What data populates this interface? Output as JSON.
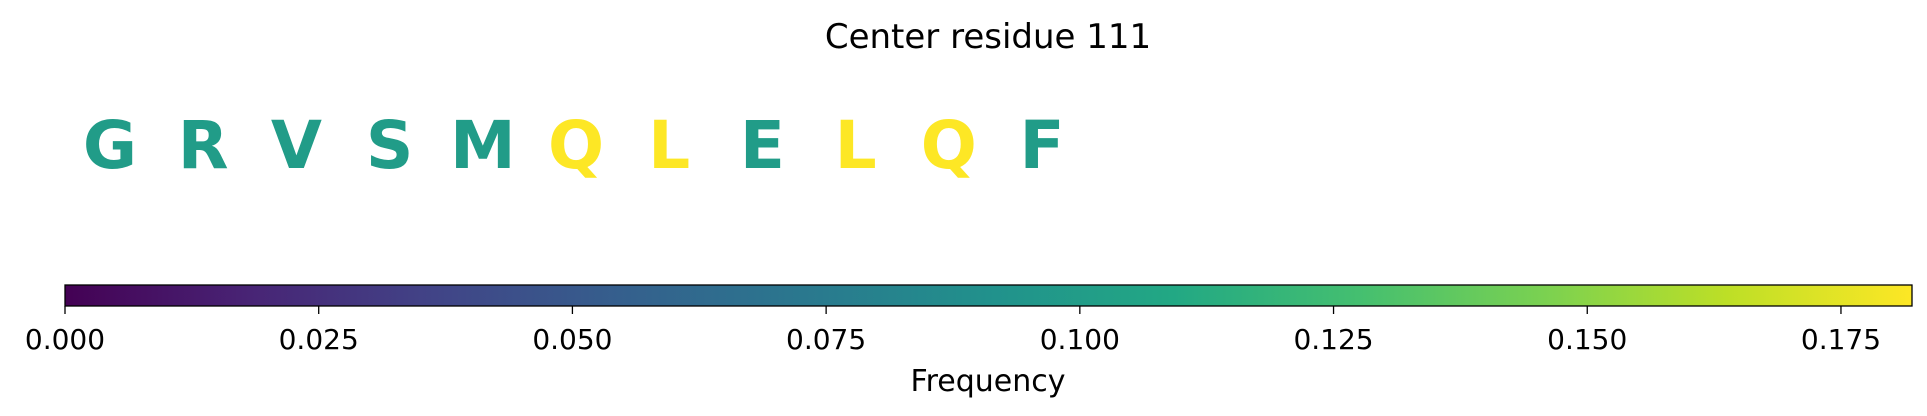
{
  "chart_data": {
    "type": "heatmap",
    "title": "Center residue 111",
    "residues": [
      "G",
      "R",
      "V",
      "S",
      "M",
      "Q",
      "L",
      "E",
      "L",
      "Q",
      "F"
    ],
    "frequencies": [
      0.1,
      0.1,
      0.1,
      0.1,
      0.1,
      0.182,
      0.182,
      0.1,
      0.182,
      0.182,
      0.1
    ],
    "colorbar": {
      "colormap": "viridis",
      "range": [
        0,
        0.182
      ],
      "ticks": [
        0,
        0.025,
        0.05,
        0.075,
        0.1,
        0.125,
        0.15,
        0.175
      ],
      "tick_labels": [
        "0.000",
        "0.025",
        "0.050",
        "0.075",
        "0.100",
        "0.125",
        "0.150",
        "0.175"
      ],
      "label": "Frequency"
    }
  }
}
